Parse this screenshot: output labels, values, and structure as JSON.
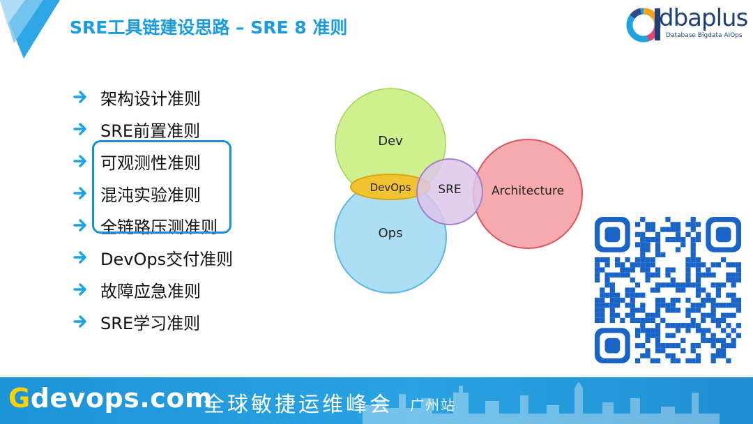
{
  "title": "SRE工具链建设思路 – SRE 8 准则",
  "logo": {
    "word": "dbaplus",
    "tagline": "Database  Bigdata  AIOps"
  },
  "bullets": [
    "架构设计准则",
    "SRE前置准则",
    "可观测性准则",
    "混沌实验准则",
    "全链路压测准则",
    "DevOps交付准则",
    "故障应急准则",
    "SRE学习准则"
  ],
  "venn": {
    "dev": "Dev",
    "ops": "Ops",
    "devops": "DevOps",
    "sre": "SRE",
    "architecture": "Architecture"
  },
  "footer": {
    "brand_g": "G",
    "brand_rest": "devops.com",
    "summit": "全球敏捷运维峰会",
    "city": "广州站"
  },
  "colors": {
    "title": "#1b9be0",
    "accent": "#1a8fd6",
    "dev": "#c8ec7a",
    "ops": "#a3dcf5",
    "architecture": "#f4a1a5",
    "devops": "#f1c232",
    "sre": "#dcc7ea"
  }
}
